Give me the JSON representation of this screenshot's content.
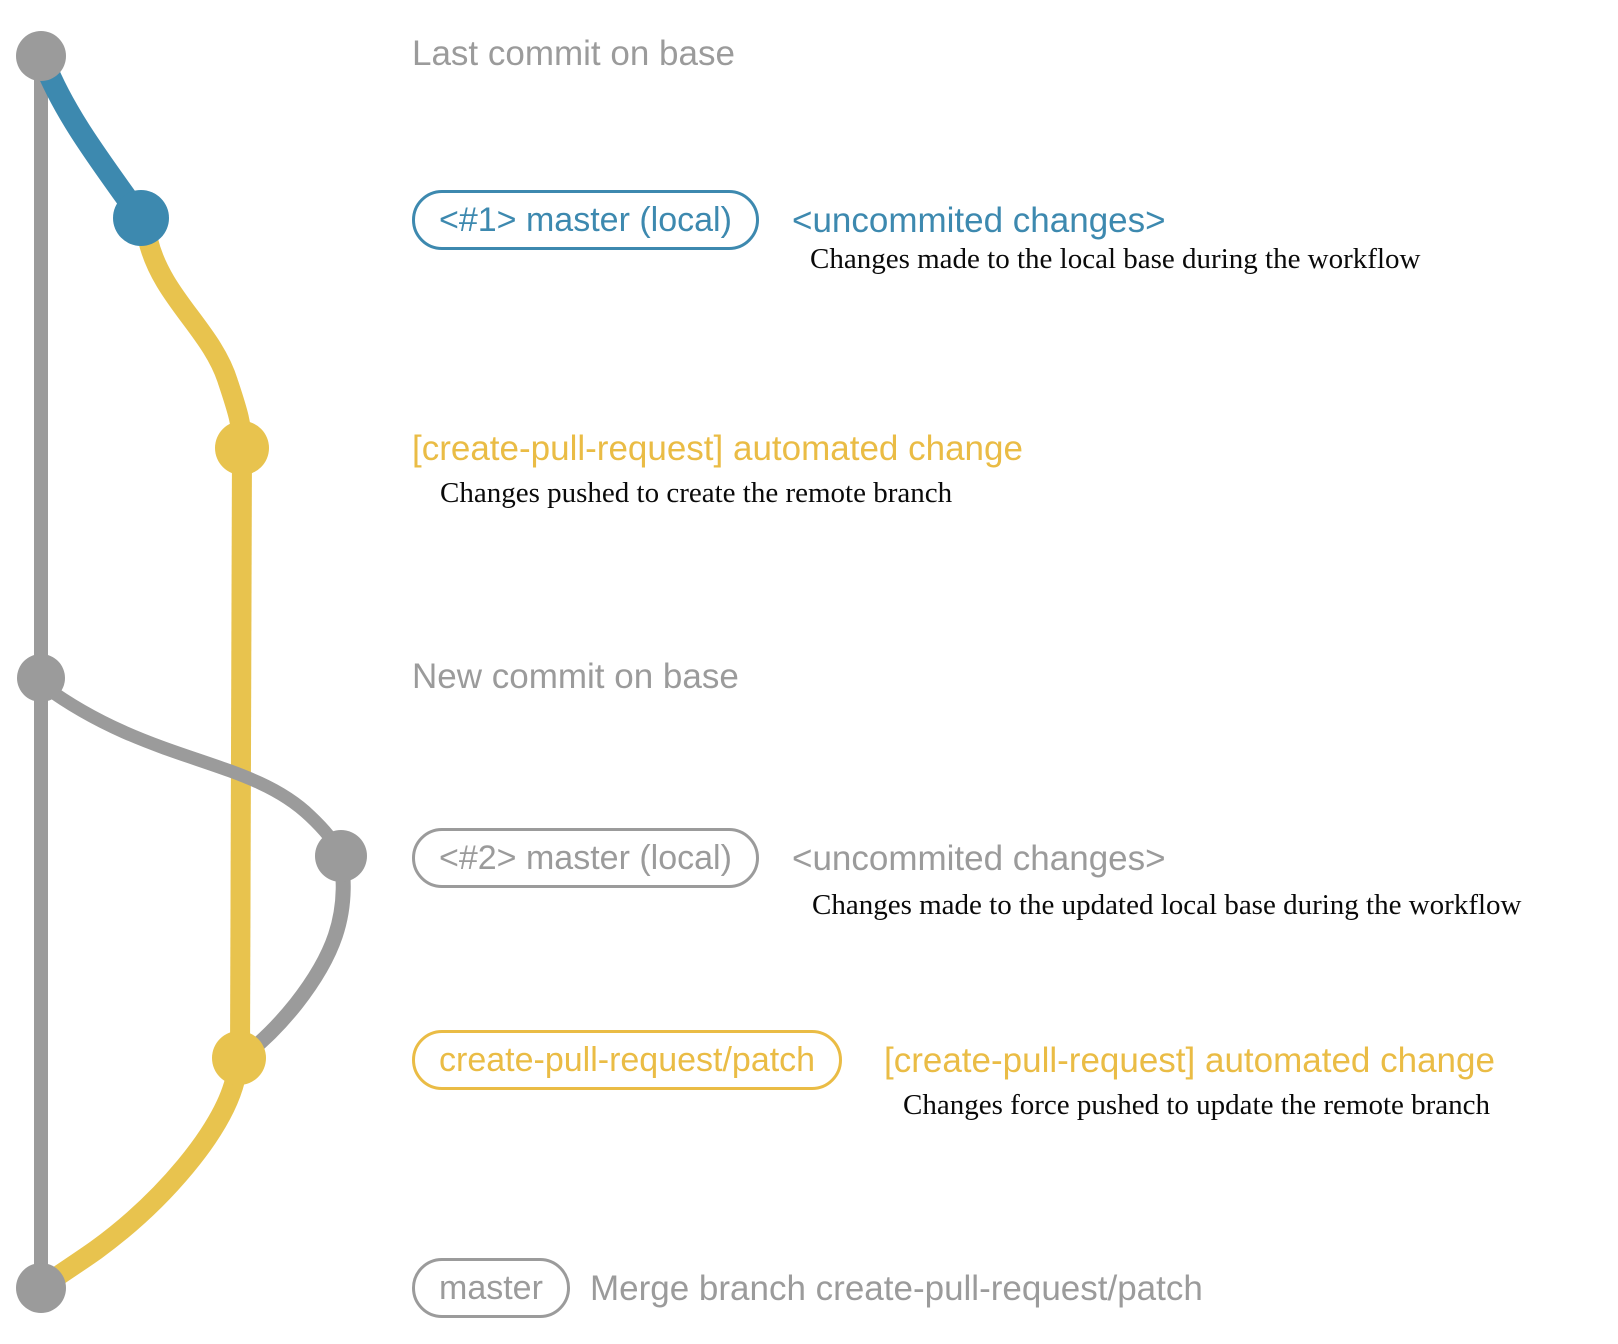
{
  "colors": {
    "blue": "#3d89af",
    "yellow": "#e8c34e",
    "yellow_text": "#eabc45",
    "gray": "#9b9b9b",
    "black": "#0a0a0a",
    "background": "#ffffff"
  },
  "graph": {
    "branches": [
      {
        "name": "base-branch-line",
        "color_ref": "gray"
      },
      {
        "name": "local-master-branch-curve",
        "color_ref": "blue"
      },
      {
        "name": "create-pull-request-patch-branch",
        "color_ref": "yellow"
      }
    ],
    "nodes": [
      {
        "name": "commit-node-last-base",
        "color_ref": "gray"
      },
      {
        "name": "commit-node-local-1",
        "color_ref": "blue"
      },
      {
        "name": "commit-node-remote-push-1",
        "color_ref": "yellow"
      },
      {
        "name": "commit-node-new-base",
        "color_ref": "gray"
      },
      {
        "name": "commit-node-local-2",
        "color_ref": "gray"
      },
      {
        "name": "commit-node-remote-push-2",
        "color_ref": "yellow"
      },
      {
        "name": "commit-node-merge",
        "color_ref": "gray"
      }
    ]
  },
  "sections": {
    "last_commit": {
      "label": "Last commit on base"
    },
    "commit1": {
      "badge": "<#1> master (local)",
      "heading": "<uncommited changes>",
      "description": "Changes made to the local base during the workflow"
    },
    "push1": {
      "heading": "[create-pull-request] automated change",
      "description": "Changes pushed to create the remote branch"
    },
    "new_commit": {
      "label": "New commit on base"
    },
    "commit2": {
      "badge": "<#2> master (local)",
      "heading": "<uncommited changes>",
      "description": "Changes made to the updated local base during the workflow"
    },
    "push2": {
      "badge": "create-pull-request/patch",
      "heading": "[create-pull-request] automated change",
      "description": "Changes force pushed to update the remote branch"
    },
    "merge": {
      "badge": "master",
      "label": "Merge branch create-pull-request/patch"
    }
  }
}
